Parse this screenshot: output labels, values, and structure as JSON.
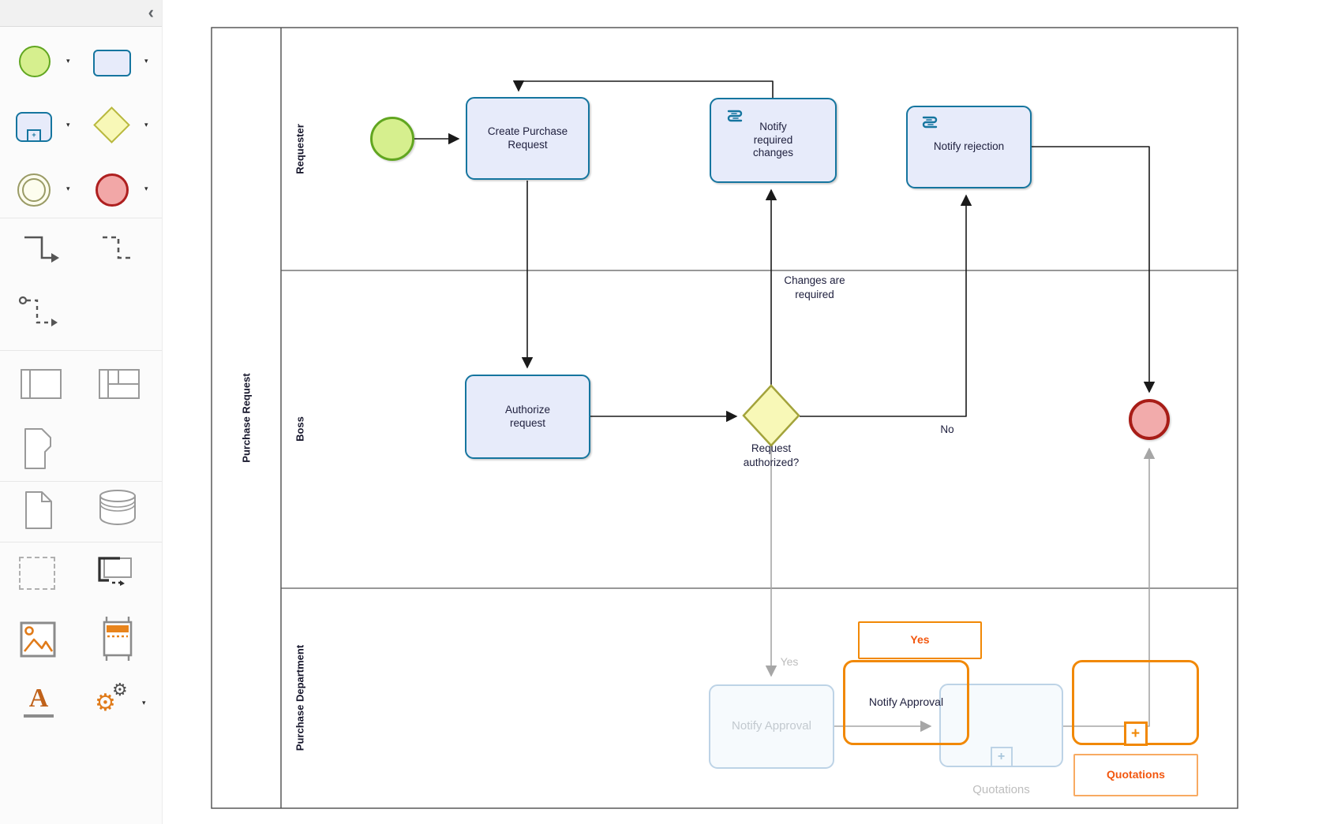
{
  "sidebar": {
    "collapse_glyph": "‹",
    "caret_glyph": "▾",
    "text_tool_glyph": "A",
    "gear_glyph": "⚙",
    "icons": [
      "bpmn-start-event",
      "bpmn-task",
      "bpmn-subprocess",
      "bpmn-gateway",
      "bpmn-intermediate-event",
      "bpmn-end-event",
      "connector-solid",
      "connector-dashed",
      "connector-association",
      "pool",
      "pool-with-lanes",
      "off-page-connector",
      "document",
      "database",
      "dashed-frame",
      "callout",
      "image",
      "mockup-frame",
      "text-tool",
      "advanced-gears"
    ]
  },
  "glyphs": {
    "plus": "+"
  },
  "diagram": {
    "pool": {
      "label": "Purchase Request"
    },
    "lanes": {
      "requester": "Requester",
      "boss": "Boss",
      "purchase_department": "Purchase Department"
    },
    "nodes": {
      "create": {
        "label": "Create Purchase Request"
      },
      "notify_changes": {
        "label": "Notify required changes"
      },
      "notify_rejection": {
        "label": "Notify rejection"
      },
      "authorize": {
        "label": "Authorize request"
      },
      "approval_ghost": {
        "label": "Notify Approval"
      },
      "approval_drag": {
        "label": "Notify Approval"
      },
      "quotations_ghost": {
        "label": "Quotations"
      },
      "quotations_drag": {
        "label": "Quotations"
      }
    },
    "edge_labels": {
      "changes_required": "Changes are required",
      "request_authorized": "Request authorized?",
      "no": "No",
      "yes_ghost": "Yes",
      "yes_drag": "Yes"
    },
    "colors": {
      "task_fill": "#e7ebfa",
      "task_stroke": "#15759f",
      "start_fill": "#d6ef8e",
      "start_stroke": "#61a620",
      "end_fill": "#f2abab",
      "end_stroke": "#a81d17",
      "gateway_fill": "#f8f8b7",
      "gateway_stroke": "#a3a33b",
      "drag_orange": "#f18805",
      "drag_text_orange": "#f2570f",
      "ghost_stroke": "#bdd3e6",
      "ghost_text": "#c2c9cf",
      "edge_black": "#1a1a1a",
      "edge_gray": "#a6a6a6"
    }
  }
}
